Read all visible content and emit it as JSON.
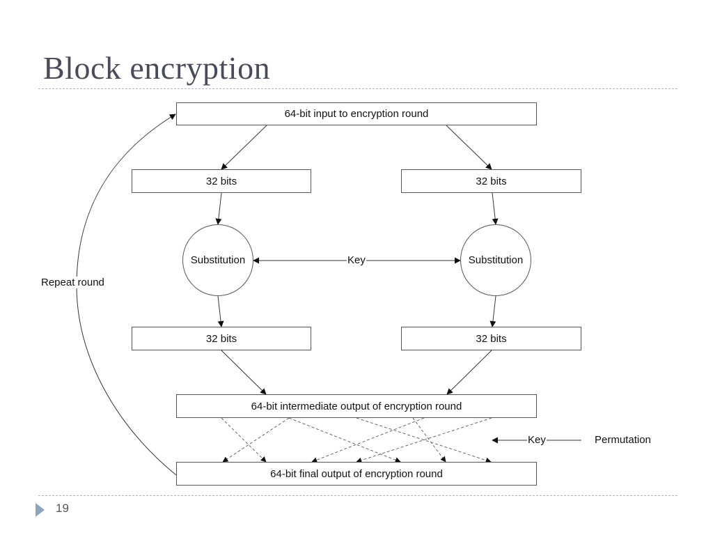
{
  "slide": {
    "title": "Block encryption",
    "page_number": "19"
  },
  "diagram": {
    "input_box": "64-bit input to encryption round",
    "left_half_top": "32 bits",
    "right_half_top": "32 bits",
    "left_substitution": "Substitution",
    "right_substitution": "Substitution",
    "substitution_key": "Key",
    "left_half_bottom": "32 bits",
    "right_half_bottom": "32 bits",
    "intermediate_box": "64-bit intermediate output of encryption round",
    "permutation_key": "Key",
    "permutation_label": "Permutation",
    "final_box": "64-bit final output of encryption round",
    "repeat_label": "Repeat round"
  }
}
